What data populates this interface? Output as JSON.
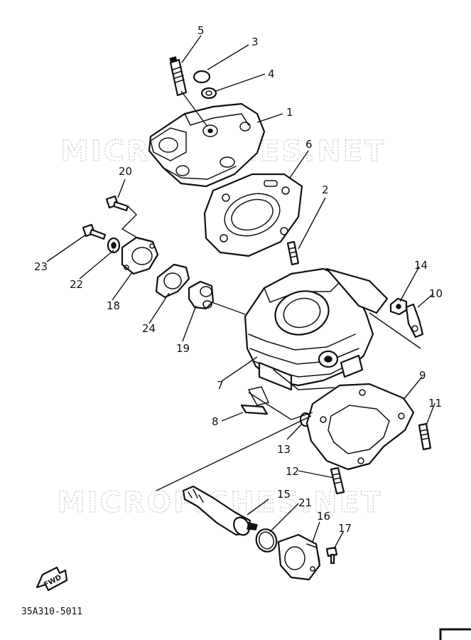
{
  "watermark": {
    "top": "MICROFICHES.NET",
    "bottom": "MICROFICHES.NET"
  },
  "diagram_code": "35A310-5011",
  "direction_arrow": "FWD",
  "callouts": {
    "c1": "1",
    "c2": "2",
    "c3": "3",
    "c4": "4",
    "c5": "5",
    "c6": "6",
    "c7": "7",
    "c8": "8",
    "c9": "9",
    "c10": "10",
    "c11": "11",
    "c12": "12",
    "c13": "13",
    "c14": "14",
    "c15": "15",
    "c16": "16",
    "c17": "17",
    "c18": "18",
    "c19": "19",
    "c20": "20",
    "c21": "21",
    "c22": "22",
    "c23": "23",
    "c24": "24"
  }
}
